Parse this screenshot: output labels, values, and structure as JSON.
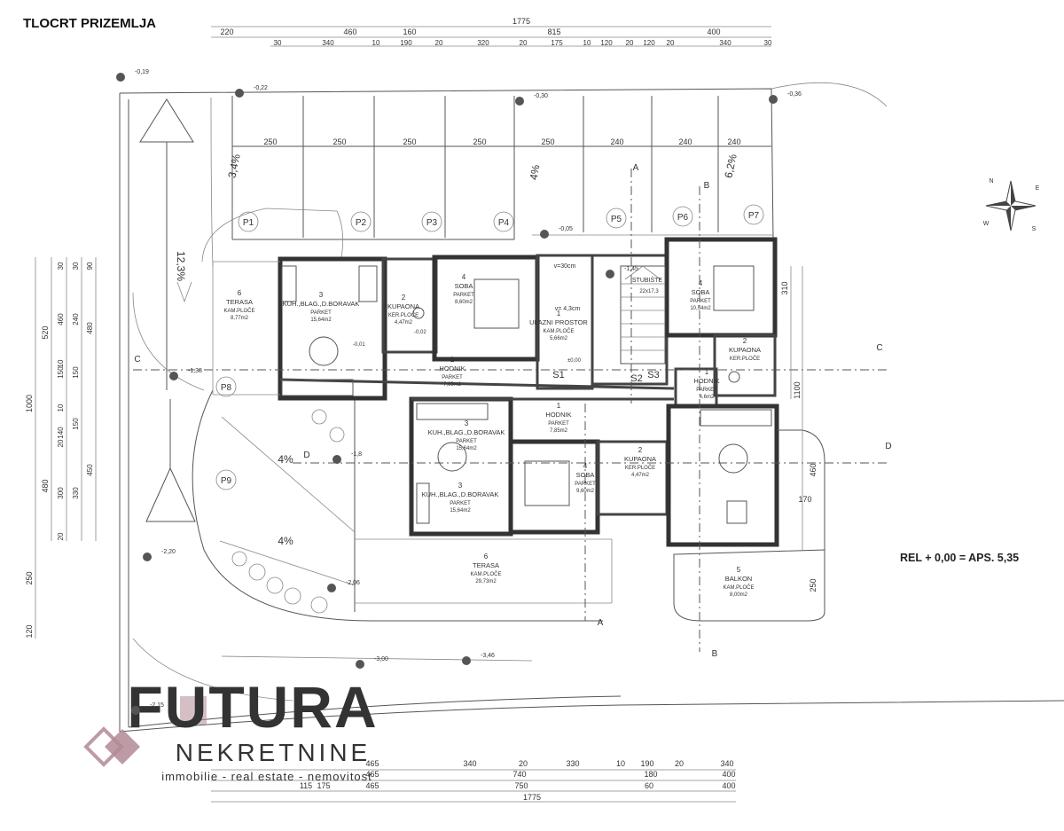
{
  "plan_title": "TLOCRT PRIZEMLJA",
  "reference_note": "REL + 0,00 = APS. 5,35",
  "logo": {
    "name": "FUTURA",
    "line2": "NEKRETNINE",
    "tagline": "immobilie - real estate - nemovitost",
    "color": "#b08a95"
  },
  "dims_top": {
    "total": "1775",
    "row2": [
      "220",
      "460",
      "160",
      "815",
      "400"
    ],
    "row3": [
      "30",
      "340",
      "10",
      "190",
      "20",
      "320",
      "20",
      "175",
      "10",
      "120",
      "20",
      "120",
      "20",
      "340",
      "30"
    ]
  },
  "dims_bottom": {
    "row1": [
      "465",
      "340",
      "20",
      "330",
      "10",
      "190",
      "20",
      "340"
    ],
    "row2": [
      "465",
      "740",
      "180",
      "400"
    ],
    "row3": [
      "115",
      "175",
      "465",
      "750",
      "60",
      "400"
    ],
    "total": "1775"
  },
  "dims_left": {
    "outer": [
      "1000",
      "250",
      "120"
    ],
    "col1": [
      "520",
      "480"
    ],
    "col2": [
      "30",
      "460",
      "10",
      "150",
      "10",
      "140",
      "20",
      "300",
      "20"
    ],
    "col3": [
      "30",
      "240",
      "150",
      "150",
      "330"
    ],
    "col4": [
      "90",
      "480",
      "450"
    ]
  },
  "dims_right": [
    "310",
    "1100",
    "460",
    "250"
  ],
  "parking": [
    "P1",
    "P2",
    "P3",
    "P4",
    "P5",
    "P6",
    "P7",
    "P8",
    "P9"
  ],
  "parking_widths": [
    "250",
    "250",
    "250",
    "250",
    "250",
    "240",
    "240",
    "240"
  ],
  "slopes": [
    "3,4%",
    "4%",
    "6,2%",
    "12,3%",
    "4%",
    "4%"
  ],
  "section_marks": [
    "A",
    "A",
    "B",
    "B",
    "C",
    "C",
    "D",
    "D"
  ],
  "compass": [
    "N",
    "S",
    "W",
    "E"
  ],
  "elevations": [
    "-0,19",
    "-0,22",
    "-0,30",
    "-0,36",
    "-0,05",
    "-1,45",
    "-1,38",
    "-1,8",
    "-2,20",
    "-2,06",
    "-2,15",
    "-3,00",
    "-3,46"
  ],
  "stair": {
    "label": "STUBIŠTE",
    "steps": "22x17,3"
  },
  "spot_levels": [
    "-0,01",
    "-0,02",
    "±0,00"
  ],
  "ceiling_note": "v= 4,3cm",
  "ceiling_note2": "v=30cm",
  "openings": [
    "S1",
    "S2",
    "S3"
  ],
  "balcony_dim": "170",
  "rooms": [
    {
      "num": "6",
      "name": "TERASA",
      "finish": "KAM.PLOČE",
      "area": "8,77m2"
    },
    {
      "num": "3",
      "name": "KUH.,BLAG.,D.BORAVAK",
      "finish": "PARKET",
      "area": "15,64m2"
    },
    {
      "num": "2",
      "name": "KUPAONA",
      "finish": "KER.PLOČE",
      "area": "4,47m2"
    },
    {
      "num": "4",
      "name": "SOBA",
      "finish": "PARKET",
      "area": "8,60m2"
    },
    {
      "num": "1",
      "name": "ULAZNI PROSTOR",
      "finish": "KAM.PLOČE",
      "area": "5,66m2"
    },
    {
      "num": "4",
      "name": "SOBA",
      "finish": "PARKET",
      "area": "10,54m2"
    },
    {
      "num": "2",
      "name": "KUPAONA",
      "finish": "KER.PLOČE",
      "area": ""
    },
    {
      "num": "1",
      "name": "HODNIK",
      "finish": "PARKET",
      "area": "7,65m2"
    },
    {
      "num": "1",
      "name": "HODNIK",
      "finish": "PARKET",
      "area": "7,85m2"
    },
    {
      "num": "1",
      "name": "HODNIK",
      "finish": "PARKET",
      "area": "4,6m2"
    },
    {
      "num": "3",
      "name": "KUH.,BLAG.,D.BORAVAK",
      "finish": "PARKET",
      "area": "15,64m2"
    },
    {
      "num": "4",
      "name": "SOBA",
      "finish": "PARKET",
      "area": "9,60m2"
    },
    {
      "num": "2",
      "name": "KUPAONA",
      "finish": "KER.PLOČE",
      "area": "4,47m2"
    },
    {
      "num": "3",
      "name": "KUH.,BLAG.,D.BORAVAK",
      "finish": "PARKET",
      "area": "15,64m2"
    },
    {
      "num": "6",
      "name": "TERASA",
      "finish": "KAM.PLOČE",
      "area": "29,73m2"
    },
    {
      "num": "5",
      "name": "BALKON",
      "finish": "KAM.PLOČE",
      "area": "8,00m2"
    }
  ]
}
